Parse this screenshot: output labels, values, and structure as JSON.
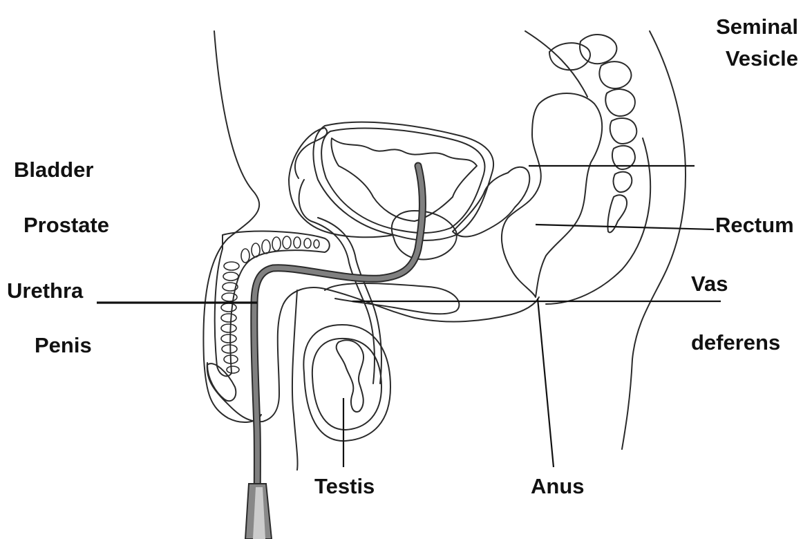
{
  "labels": {
    "seminal_vesicle_line1": "Seminal",
    "seminal_vesicle_line2": "Vesicle",
    "bladder": "Bladder",
    "prostate": "Prostate",
    "urethra": "Urethra",
    "penis": "Penis",
    "rectum": "Rectum",
    "vas_line1": "Vas",
    "vas_line2": "deferens",
    "testis": "Testis",
    "anus": "Anus"
  },
  "colors": {
    "outline": "#2a2a2a",
    "catheter": "#808080",
    "label_text": "#111111",
    "background": "#ffffff"
  }
}
